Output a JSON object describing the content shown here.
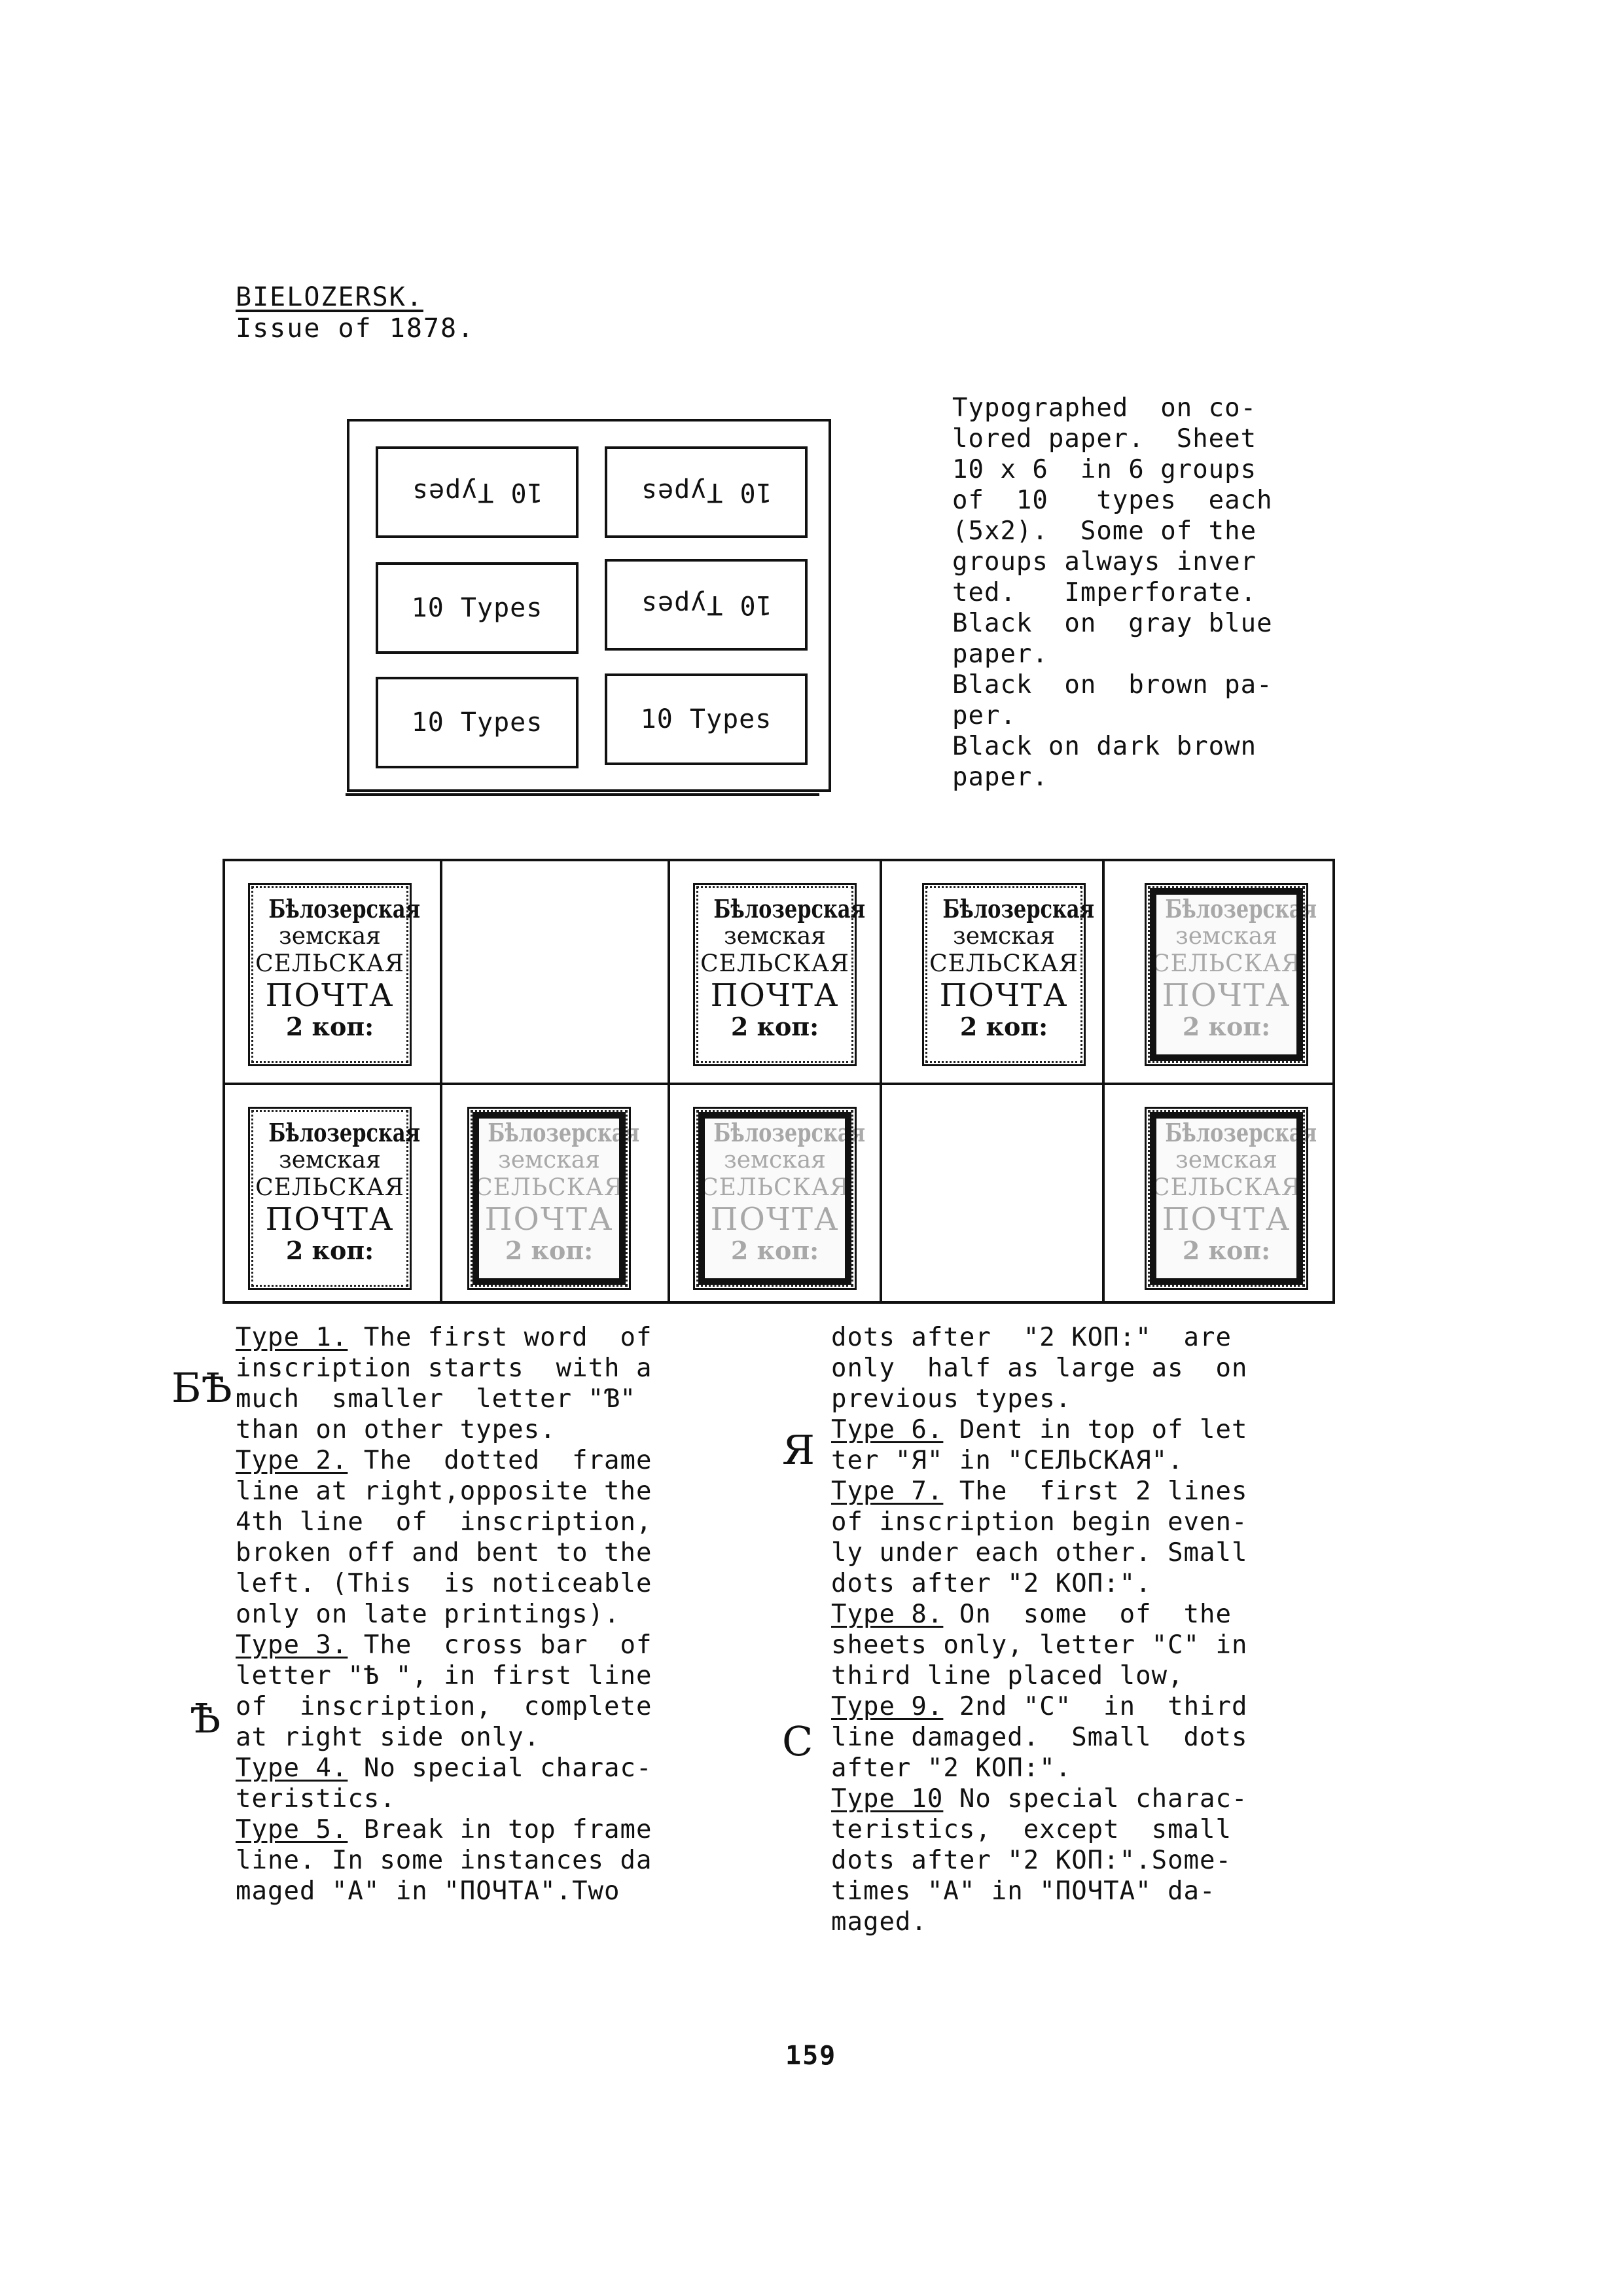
{
  "heading": {
    "title": "BIELOZERSK.",
    "subtitle": "Issue of 1878."
  },
  "sheet_diagram": {
    "groups": [
      {
        "label": "10 Types",
        "inverted": true
      },
      {
        "label": "10 Types",
        "inverted": true
      },
      {
        "label": "10 Types",
        "inverted": false
      },
      {
        "label": "10 Types",
        "inverted": true
      },
      {
        "label": "10 Types",
        "inverted": false
      },
      {
        "label": "10 Types",
        "inverted": false
      }
    ]
  },
  "description": {
    "lines": [
      "Typographed  on co-",
      "lored paper.  Sheet",
      "10 x 6  in 6 groups",
      "of  10   types  each",
      "(5x2).  Some of the",
      "groups always inver",
      "ted.   Imperforate.",
      "Black  on  gray blue",
      "paper.",
      "Black  on  brown pa-",
      "per.",
      "Black on dark brown",
      "paper."
    ]
  },
  "stamp": {
    "line1": "Бѣлозерская",
    "line2": "земская",
    "line3": "СЕЛЬСКАЯ",
    "line4": "ПОЧТА",
    "line5": "2 коп:"
  },
  "left_column": {
    "lines": [
      {
        "u": "Type 1.",
        "t": " The first word  of"
      },
      {
        "u": "",
        "t": "inscription starts  with a"
      },
      {
        "u": "",
        "t": "much  smaller  letter \"Ɓ\""
      },
      {
        "u": "",
        "t": "than on other types."
      },
      {
        "u": "Type 2.",
        "t": " The  dotted  frame"
      },
      {
        "u": "",
        "t": "line at right,opposite the"
      },
      {
        "u": "",
        "t": "4th line  of  inscription,"
      },
      {
        "u": "",
        "t": "broken off and bent to the"
      },
      {
        "u": "",
        "t": "left. (This  is noticeable"
      },
      {
        "u": "",
        "t": "only on late printings)."
      },
      {
        "u": "Type 3.",
        "t": " The  cross bar  of"
      },
      {
        "u": "",
        "t": "letter \"Ѣ \", in first line"
      },
      {
        "u": "",
        "t": "of  inscription,  complete"
      },
      {
        "u": "",
        "t": "at right side only."
      },
      {
        "u": "Type 4.",
        "t": " No special charac-"
      },
      {
        "u": "",
        "t": "teristics."
      },
      {
        "u": "Type 5.",
        "t": " Break in top frame"
      },
      {
        "u": "",
        "t": "line. In some instances da"
      },
      {
        "u": "",
        "t": "maged \"A\" in \"ПОЧТА\".Two"
      }
    ],
    "glyphs": [
      "БѢ",
      "Ѣ"
    ]
  },
  "right_column": {
    "lines": [
      {
        "u": "",
        "t": "dots after  \"2 КОП:\"  are"
      },
      {
        "u": "",
        "t": "only  half as large as  on"
      },
      {
        "u": "",
        "t": "previous types."
      },
      {
        "u": "Type 6.",
        "t": " Dent in top of let"
      },
      {
        "u": "",
        "t": "ter \"Я\" in \"СЕЛЬСКАЯ\"."
      },
      {
        "u": "Type 7.",
        "t": " The  first 2 lines"
      },
      {
        "u": "",
        "t": "of inscription begin even-"
      },
      {
        "u": "",
        "t": "ly under each other. Small"
      },
      {
        "u": "",
        "t": "dots after \"2 КОП:\"."
      },
      {
        "u": "Type 8.",
        "t": " On  some  of  the"
      },
      {
        "u": "",
        "t": "sheets only, letter \"C\" in"
      },
      {
        "u": "",
        "t": "third line placed low,"
      },
      {
        "u": "Type 9.",
        "t": " 2nd \"C\"  in  third"
      },
      {
        "u": "",
        "t": "line damaged.  Small  dots"
      },
      {
        "u": "",
        "t": "after \"2 КОП:\"."
      },
      {
        "u": "Type 10",
        "t": " No special charac-"
      },
      {
        "u": "",
        "t": "teristics,  except  small"
      },
      {
        "u": "",
        "t": "dots after \"2 КОП:\".Some-"
      },
      {
        "u": "",
        "t": "times \"A\" in \"ПОЧТА\" da-"
      },
      {
        "u": "",
        "t": "maged."
      }
    ],
    "glyphs": [
      "Я",
      "С"
    ]
  },
  "page_number": "159"
}
